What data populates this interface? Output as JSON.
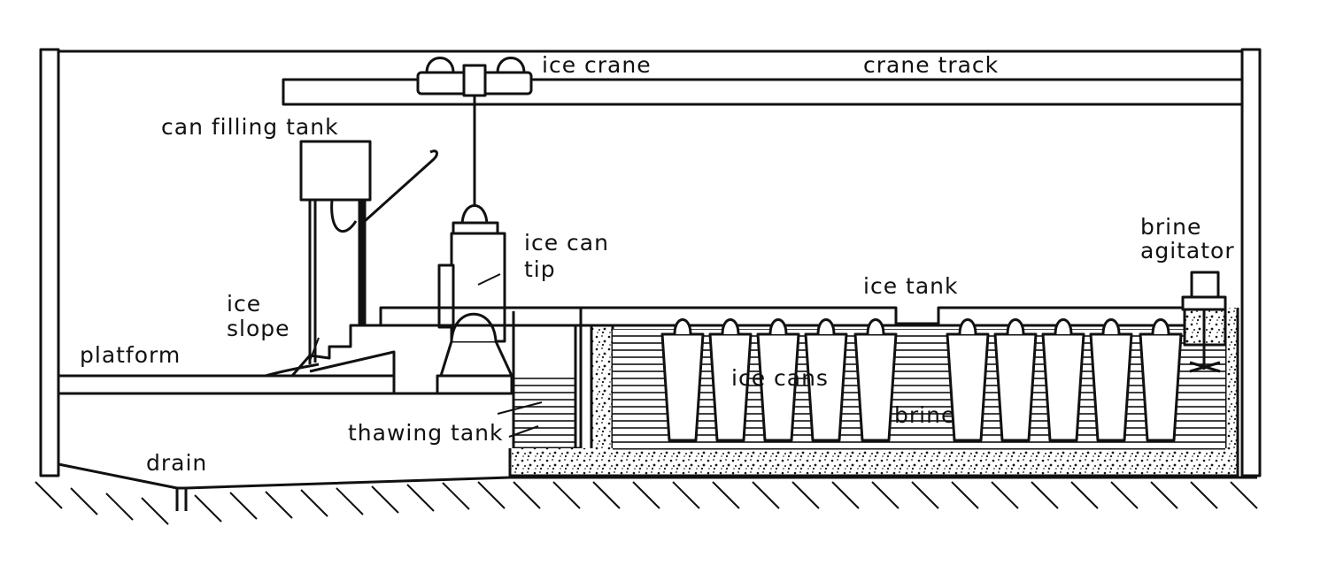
{
  "labels": {
    "ice_crane": "ice crane",
    "crane_track": "crane track",
    "can_filling_tank": "can filling tank",
    "ice_can_tip_1": "ice can",
    "ice_can_tip_2": "tip",
    "brine_agitator_1": "brine",
    "brine_agitator_2": "agitator",
    "ice_tank": "ice tank",
    "ice_slope_1": "ice",
    "ice_slope_2": "slope",
    "platform": "platform",
    "ice_cans": "ice cans",
    "brine": "brine",
    "thawing_tank": "thawing tank",
    "drain": "drain"
  },
  "colors": {
    "ink": "#111111",
    "paper": "#ffffff"
  }
}
